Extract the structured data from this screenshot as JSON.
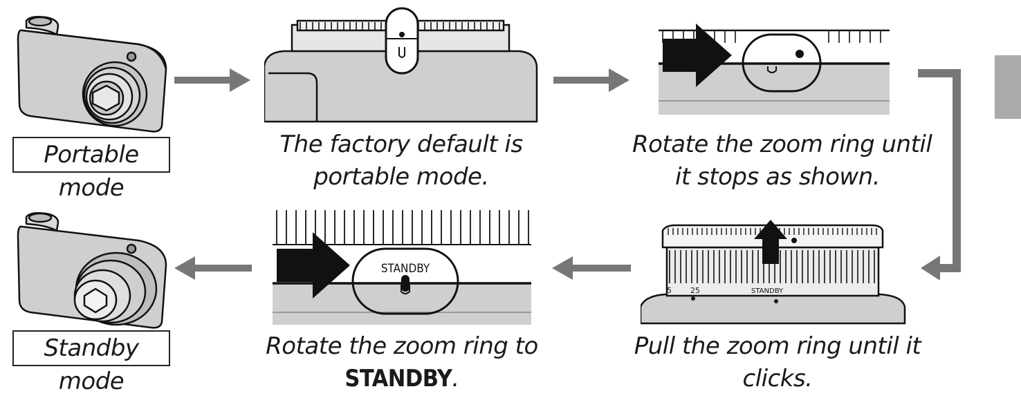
{
  "labels": {
    "portable_mode": "Portable mode",
    "standby_mode": "Standby mode"
  },
  "captions": {
    "step1_line1": "The factory default is",
    "step1_line2": "portable mode.",
    "step2_line1": "Rotate the zoom ring until",
    "step2_line2": "it stops as shown.",
    "step3_line1": "Pull the zoom ring until it",
    "step3_line2": "clicks.",
    "step4_line1": "Rotate the zoom ring to",
    "step4_bold": "STANDBY",
    "step4_period": "."
  },
  "illustration_text": {
    "standby_mark": "STANDBY",
    "ring_scale_5": "5",
    "ring_scale_25": "25",
    "ring_scale_standby": "STANDBY"
  },
  "colors": {
    "arrow_gray": "#777777",
    "panel_gray": "#cfcfcf",
    "ink": "#111111",
    "tab_gray": "#aaaaaa"
  },
  "icons": [
    "camera-portable-icon",
    "camera-standby-icon",
    "right-arrow-icon",
    "left-arrow-icon",
    "down-elbow-arrow-icon"
  ]
}
